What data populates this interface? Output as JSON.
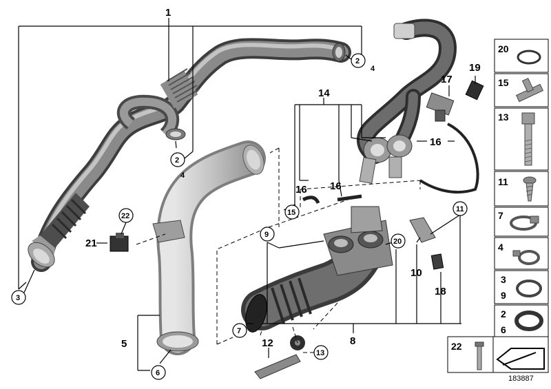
{
  "diagram_id": "183887",
  "main_labels": {
    "l1": "1",
    "l2a": "2",
    "l4a": "4",
    "l2b": "2",
    "l4b": "4",
    "l3": "3",
    "l22": "22",
    "l21": "21",
    "l5": "5",
    "l6": "6",
    "l14": "14",
    "l16a": "16",
    "l16b": "16",
    "l16c": "16",
    "l15a": "15",
    "l15b": "15",
    "l17": "17",
    "l19": "19",
    "l9": "9",
    "l20": "20",
    "l11": "11",
    "l10": "10",
    "l18": "18",
    "l7": "7",
    "l8": "8",
    "l12": "12",
    "l13": "13"
  },
  "parts_panel": [
    {
      "label": "20"
    },
    {
      "label": "15"
    },
    {
      "label": "13"
    },
    {
      "label": "11"
    },
    {
      "label": "7"
    },
    {
      "label": "4"
    },
    {
      "label": "3",
      "label2": "9"
    },
    {
      "label": "2",
      "label2": "6"
    }
  ],
  "bottom_panel": {
    "label": "22"
  }
}
